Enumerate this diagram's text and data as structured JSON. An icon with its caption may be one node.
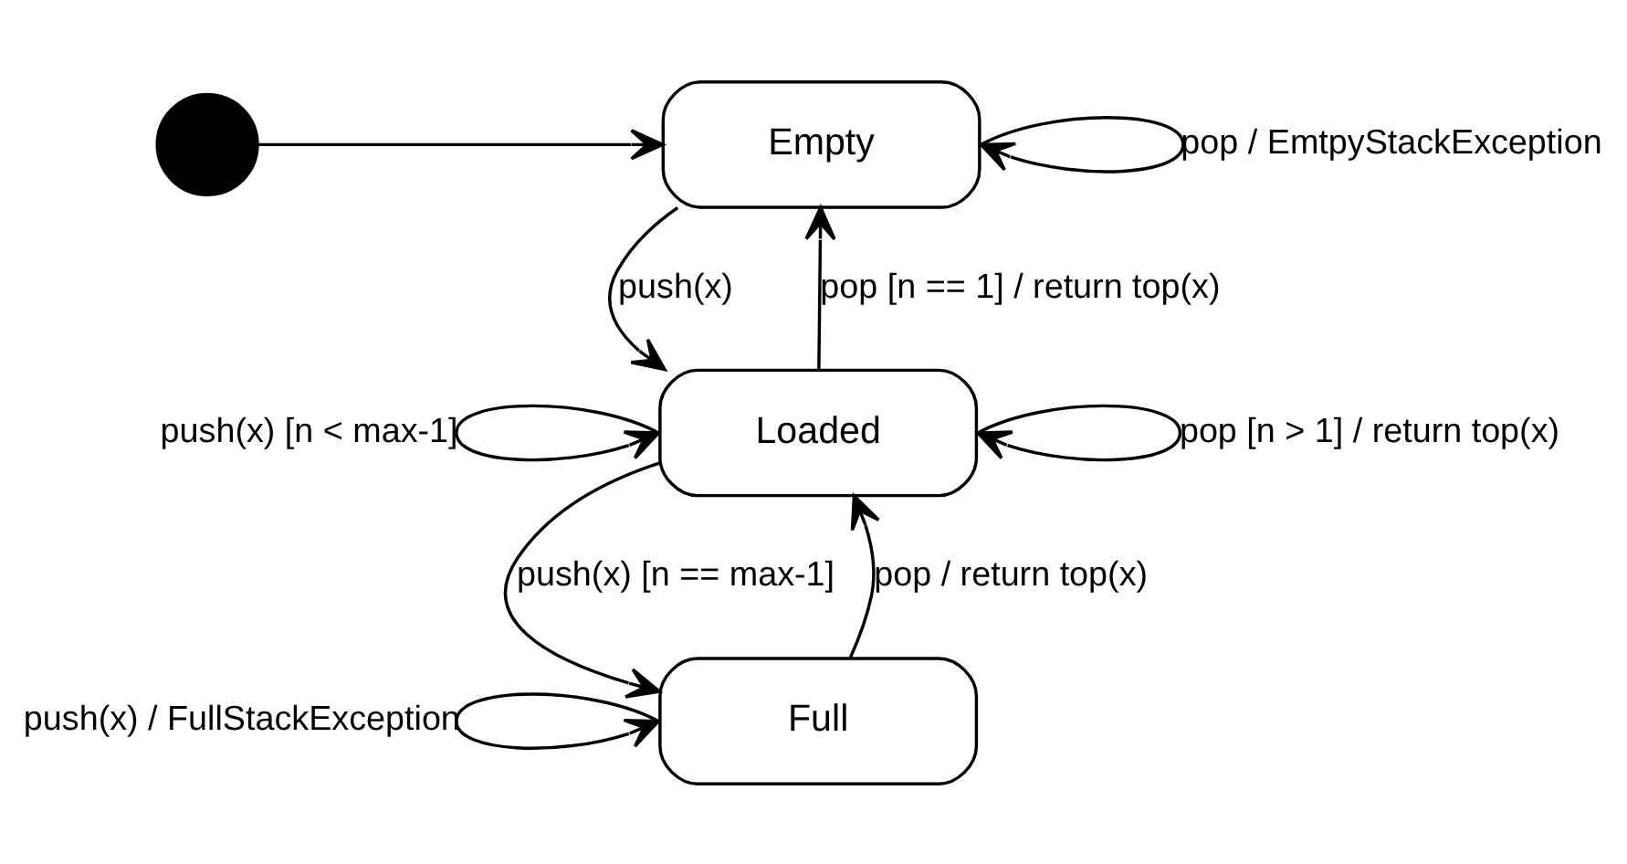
{
  "diagram": {
    "nodes": [
      {
        "text": [],
        "shape": "circle"
      },
      {
        "text": [
          "Empty"
        ]
      },
      {
        "text": [
          "Loaded"
        ]
      },
      {
        "text": [
          "Full"
        ]
      }
    ],
    "edges": [
      {
        "from": 0,
        "to": 1,
        "arrow": "to"
      },
      {
        "from": 1,
        "to": 1,
        "arrow": "to",
        "label": "pop / EmtpyStackException"
      },
      {
        "from": 1,
        "to": 2,
        "arrow": "to",
        "label": "push(x)"
      },
      {
        "from": 2,
        "to": 1,
        "arrow": "to",
        "label": "pop [n == 1] / return top(x)"
      },
      {
        "from": 2,
        "to": 2,
        "arrow": "to",
        "label": "push(x) [n < max-1]"
      },
      {
        "from": 2,
        "to": 2,
        "arrow": "to",
        "label": "pop [n > 1] / return top(x)"
      },
      {
        "from": 2,
        "to": 3,
        "arrow": "to",
        "label": "push(x) [n == max-1]"
      },
      {
        "from": 3,
        "to": 2,
        "arrow": "to",
        "label": "pop / return top(x)"
      },
      {
        "from": 3,
        "to": 3,
        "arrow": "to",
        "label": "push(x) / FullStackException"
      }
    ]
  }
}
